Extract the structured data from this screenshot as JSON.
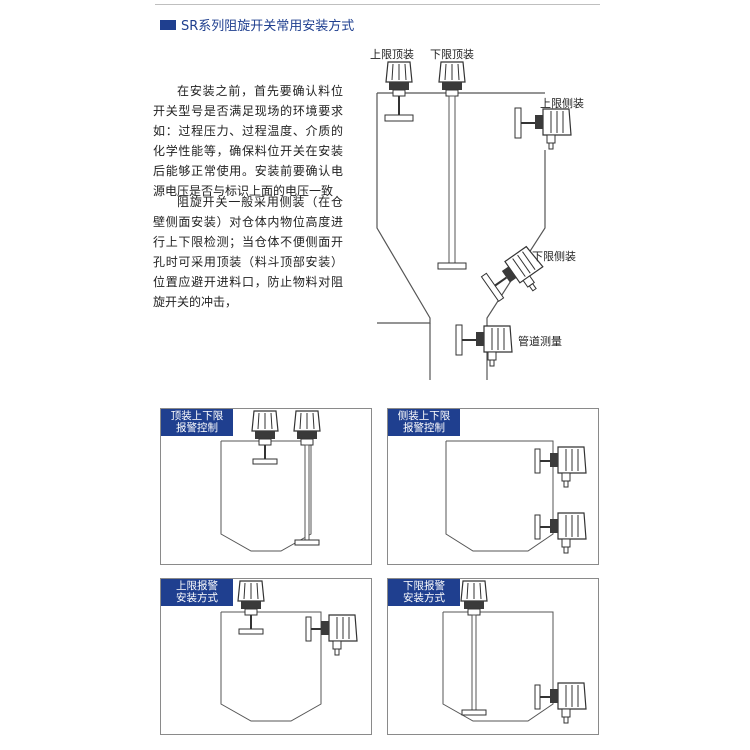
{
  "header": {
    "title": "SR系列阻旋开关常用安装方式"
  },
  "intro": {
    "paragraph1": "在安装之前，首先要确认料位开关型号是否满足现场的环境要求如：过程压力、过程温度、介质的化学性能等，确保料位开关在安装后能够正常使用。安装前要确认电源电压是否与标识上面的电压一致",
    "paragraph2": "阻旋开关一般采用侧装（在仓壁侧面安装）对仓体内物位高度进行上下限检测；当仓体不便侧面开孔时可采用顶装（料斗顶部安装）位置应避开进料口，防止物料对阻旋开关的冲击，"
  },
  "main_diagram": {
    "labels": {
      "upper_top": "上限顶装",
      "lower_top": "下限顶装",
      "upper_side": "上限侧装",
      "lower_side": "下限侧装",
      "pipe": "管道测量"
    }
  },
  "panels": [
    {
      "title_line1": "顶装上下限",
      "title_line2": "报警控制"
    },
    {
      "title_line1": "侧装上下限",
      "title_line2": "报警控制"
    },
    {
      "title_line1": "上限报警",
      "title_line2": "安装方式"
    },
    {
      "title_line1": "下限报警",
      "title_line2": "安装方式"
    }
  ],
  "colors": {
    "accent": "#1f3f8f",
    "outline": "#555555",
    "device_dark": "#3a3a3a"
  }
}
